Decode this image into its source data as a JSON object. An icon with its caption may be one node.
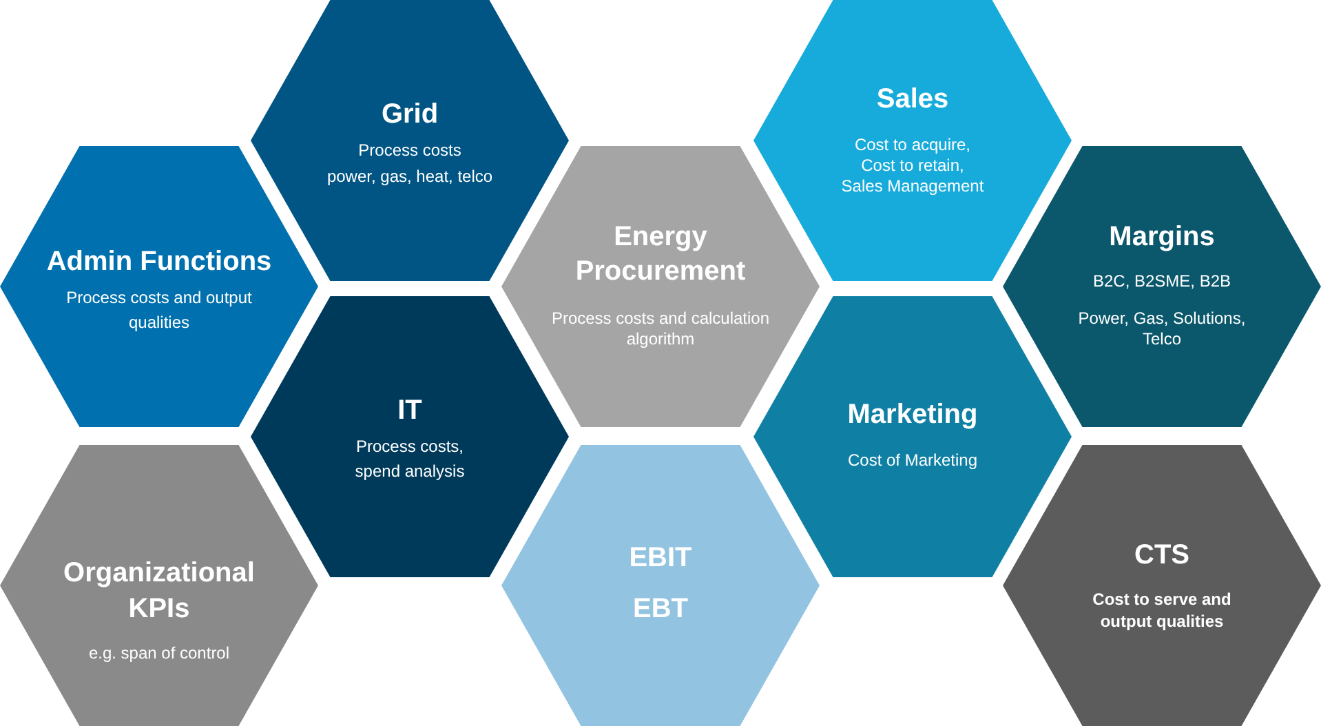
{
  "diagram": {
    "nodes": [
      {
        "text": [
          "Grid",
          "Process costs power, gas, heat, telco"
        ]
      },
      {
        "text": [
          "Sales",
          "Cost to acquire, Cost to retain, Sales Management"
        ]
      },
      {
        "text": [
          "Admin Functions",
          "Process costs and output qualities"
        ]
      },
      {
        "text": [
          "Energy Procurement",
          "Process costs and calculation algorithm"
        ]
      },
      {
        "text": [
          "Margins",
          "B2C, B2SME, B2B",
          "Power, Gas, Solutions, Telco"
        ]
      },
      {
        "text": [
          "IT",
          "Process costs, spend analysis"
        ]
      },
      {
        "text": [
          "Marketing",
          "Cost of Marketing"
        ]
      },
      {
        "text": [
          "Organizational KPIs",
          "e.g. span of control"
        ]
      },
      {
        "text": [
          "EBIT",
          "EBT"
        ]
      },
      {
        "text": [
          "CTS",
          "Cost to serve and output qualities"
        ]
      }
    ]
  }
}
